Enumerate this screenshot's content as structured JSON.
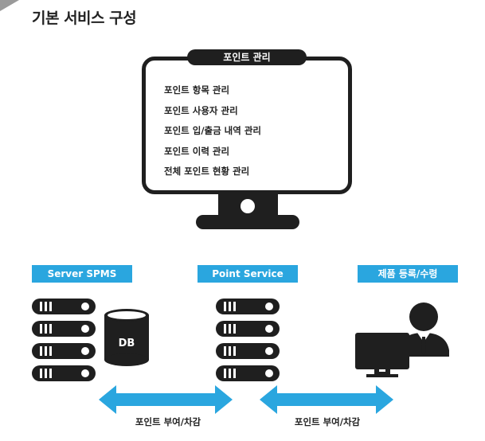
{
  "title": "기본 서비스 구성",
  "monitor": {
    "label": "포인트 관리",
    "items": [
      "포인트 항목 관리",
      "포인트 사용자 관리",
      "포인트 입/출금 내역 관리",
      "포인트 이력 관리",
      "전체 포인트 현황 관리"
    ]
  },
  "sections": {
    "server": "Server SPMS",
    "point": "Point Service",
    "product": "제품 등록/수령"
  },
  "db_label": "DB",
  "arrows": {
    "left": "포인트 부여/차감",
    "right": "포인트 부여/차감"
  },
  "colors": {
    "accent": "#2aa6df",
    "dark": "#1f1f1f"
  },
  "icons": [
    "server-icon",
    "database-icon",
    "user-at-computer-icon",
    "monitor-icon",
    "double-arrow-icon"
  ]
}
